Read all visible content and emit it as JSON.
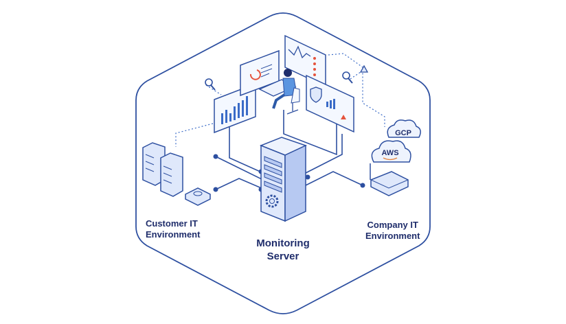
{
  "labels": {
    "customer": [
      "Customer IT",
      "Environment"
    ],
    "company": [
      "Company IT",
      "Environment"
    ],
    "server": [
      "Monitoring",
      "Server"
    ]
  },
  "clouds": {
    "gcp": "GCP",
    "aws": "AWS"
  },
  "colors": {
    "outline": "#2d4fa0",
    "text": "#1f2d6b",
    "fill": "#dfe8fb",
    "alert": "#e5533d"
  }
}
